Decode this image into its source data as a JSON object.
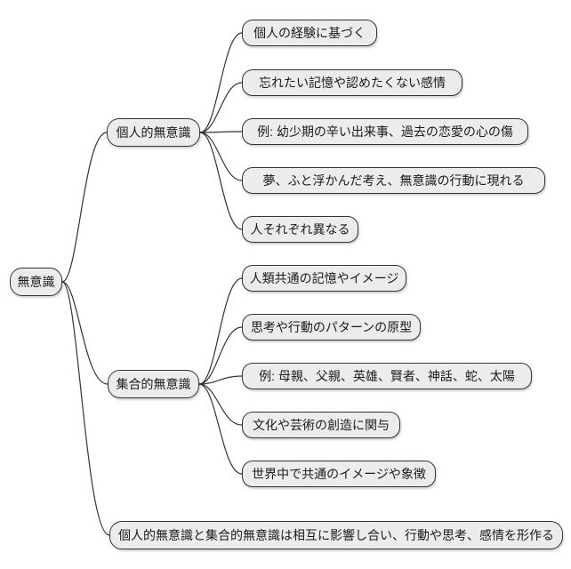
{
  "diagram": {
    "type": "mindmap",
    "colors": {
      "background": "#ffffff",
      "node_fill": "#ececec",
      "node_border": "#333333",
      "edge": "#333333",
      "text": "#1a1a1a"
    },
    "root": {
      "label": "無意識"
    },
    "branches": [
      {
        "label": "個人的無意識",
        "children": [
          "個人の経験に基づく",
          "忘れたい記憶や認めたくない感情",
          "例: 幼少期の辛い出来事、過去の恋愛の心の傷",
          "夢、ふと浮かんだ考え、無意識の行動に現れる",
          "人それぞれ異なる"
        ]
      },
      {
        "label": "集合的無意識",
        "children": [
          "人類共通の記憶やイメージ",
          "思考や行動のパターンの原型",
          "例: 母親、父親、英雄、賢者、神話、蛇、太陽",
          "文化や芸術の創造に関与",
          "世界中で共通のイメージや象徴"
        ]
      },
      {
        "label": "個人的無意識と集合的無意識は相互に影響し合い、行動や思考、感情を形作る",
        "children": []
      }
    ]
  }
}
